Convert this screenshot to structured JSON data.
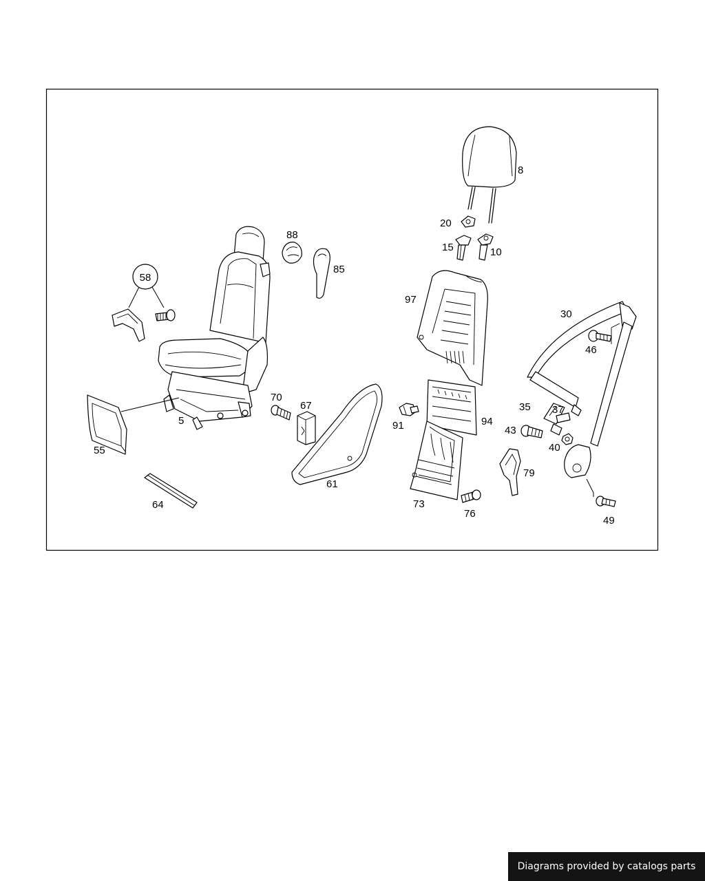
{
  "colors": {
    "background": "#ffffff",
    "line": "#000000",
    "credit_bg": "#141414",
    "credit_text": "#ffffff"
  },
  "labels": {
    "p58": "58",
    "p88": "88",
    "p85": "85",
    "p8": "8",
    "p20": "20",
    "p15": "15",
    "p10": "10",
    "p97": "97",
    "p30": "30",
    "p46": "46",
    "p70": "70",
    "p67": "67",
    "p5": "5",
    "p55": "55",
    "p61": "61",
    "p64": "64",
    "p91": "91",
    "p94": "94",
    "p73": "73",
    "p76": "76",
    "p79": "79",
    "p35": "35",
    "p37": "37",
    "p43": "43",
    "p40": "40",
    "p49": "49"
  },
  "credit": {
    "text": "Diagrams provided by catalogs parts"
  }
}
